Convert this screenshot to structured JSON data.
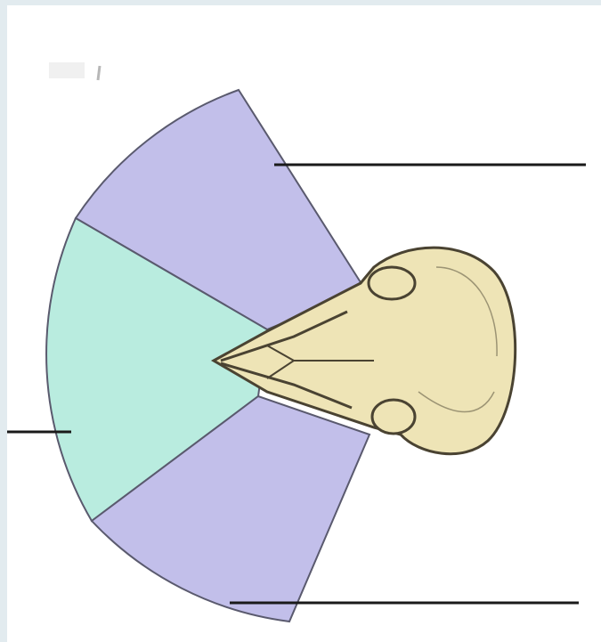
{
  "diagram": {
    "colors": {
      "binocular_field": "#b9ecdf",
      "monocular_field": "#c2bfea",
      "field_outline": "#5a5a6e",
      "skull_fill": "#eee4b6",
      "skull_outline": "#4a4332",
      "leader_line": "#1a1a1a",
      "frame": "#e2ebef"
    },
    "regions": [
      {
        "id": "binocular",
        "label": ""
      },
      {
        "id": "monocular-upper",
        "label": ""
      },
      {
        "id": "monocular-lower",
        "label": ""
      }
    ]
  }
}
